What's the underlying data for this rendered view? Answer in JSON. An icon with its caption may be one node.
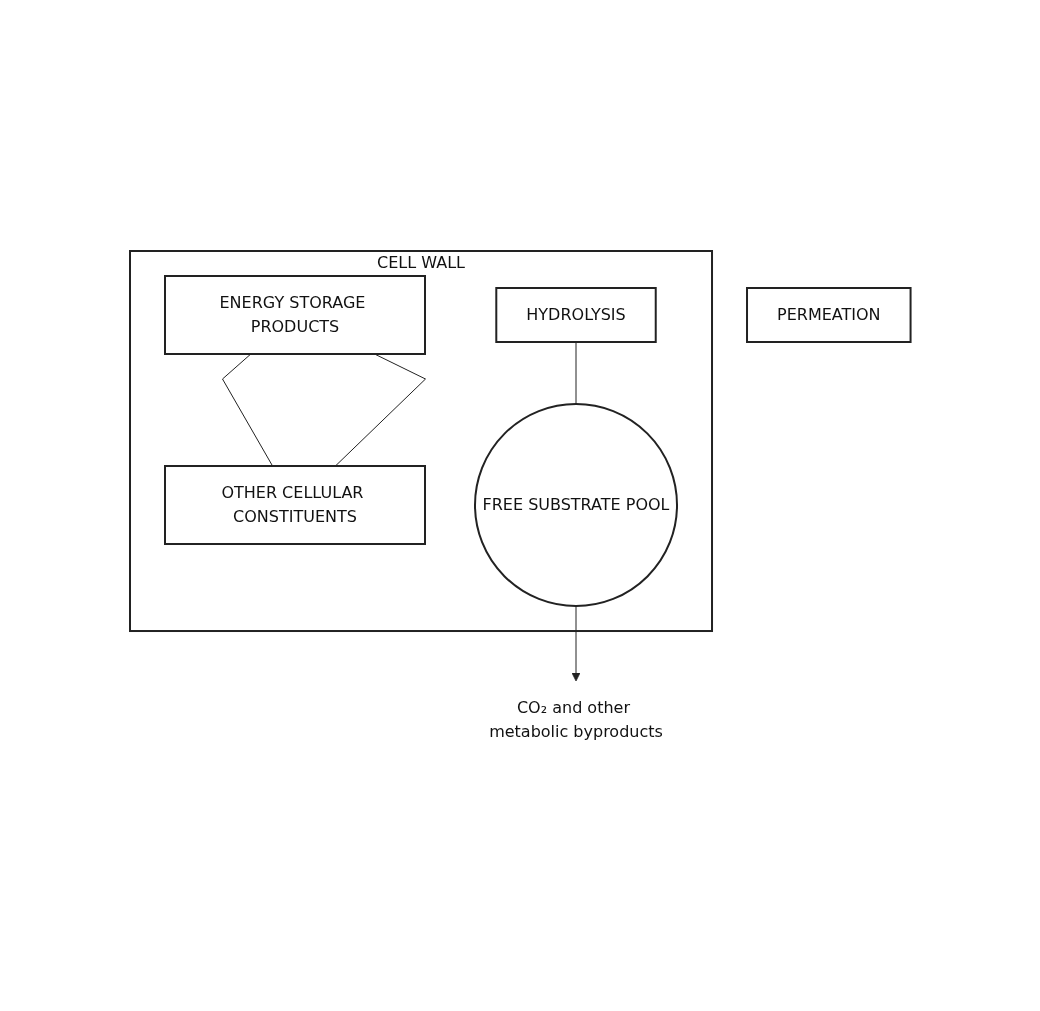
{
  "diagram": {
    "nodes": [
      {
        "text": [
          "CO₂ and other metabolic byproducts"
        ]
      },
      {
        "text": [
          "CELL WALL"
        ]
      },
      {
        "text": [
          "ENERGY STORAGE PRODUCTS"
        ],
        "in": 1
      },
      {
        "text": [
          "OTHER CELLULAR CONSTITUENTS"
        ],
        "in": 1
      },
      {
        "text": [
          "HYDROLYSIS"
        ],
        "in": 1
      },
      {
        "text": [
          "FREE SUBSTRATE POOL"
        ],
        "in": 1
      },
      {
        "text": [
          "PERMEATION"
        ]
      }
    ],
    "edges": [
      {
        "from": 5,
        "to": 0,
        "arrow": "to"
      },
      {
        "from": 2,
        "to": 3,
        "arrow": "none"
      },
      {
        "from": 2,
        "to": 3,
        "arrow": "none"
      },
      {
        "from": 4,
        "to": 5,
        "arrow": "none"
      }
    ]
  }
}
